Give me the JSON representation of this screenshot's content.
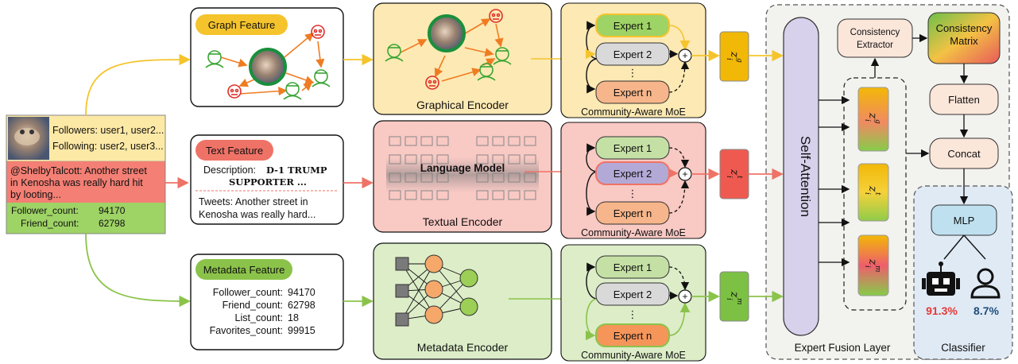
{
  "profile": {
    "followers": "Followers: user1, user2...",
    "following": "Following: user2, user3...",
    "tweet_lines": [
      "@ShelbyTalcott: Another street",
      "in Kenosha was really hard hit",
      "by looting..."
    ],
    "follower_label": "Follower_count:",
    "follower_value": "94170",
    "friend_label": "Friend_count:",
    "friend_value": "62798"
  },
  "graph_feature": {
    "title": "Graph Feature"
  },
  "text_feature": {
    "title": "Text Feature",
    "desc_label": "Description:",
    "desc_value_1": "D-1 TRUMP",
    "desc_value_2": "SUPPORTER ...",
    "tweets_1": "Tweets: Another street in",
    "tweets_2": "Kenosha was really hard..."
  },
  "metadata_feature": {
    "title": "Metadata Feature",
    "rows": [
      {
        "label": "Follower_count:",
        "value": "94170"
      },
      {
        "label": "Friend_count:",
        "value": "62798"
      },
      {
        "label": "List_count:",
        "value": "18"
      },
      {
        "label": "Favorites_count:",
        "value": "99915"
      }
    ]
  },
  "encoders": {
    "graphical": "Graphical Encoder",
    "textual": "Textual Encoder",
    "language_model": "Language Model",
    "metadata": "Metadata Encoder"
  },
  "moe": {
    "caption": "Community-Aware MoE",
    "expert_1": "Expert 1",
    "expert_2": "Expert 2",
    "expert_n": "Expert n",
    "dots": "⋮",
    "plus": "+"
  },
  "latents": {
    "graph": "z",
    "graph_sub": "i",
    "graph_sup": "g",
    "text": "z",
    "text_sub": "i",
    "text_sup": "t",
    "meta": "z",
    "meta_sub": "i",
    "meta_sup": "m"
  },
  "fusion": {
    "self_attention": "Self-Attention",
    "consistency_extractor_1": "Consistency",
    "consistency_extractor_2": "Extractor",
    "consistency_matrix_1": "Consistency",
    "consistency_matrix_2": "Matrix",
    "flatten": "Flatten",
    "concat": "Concat",
    "caption": "Expert Fusion Layer"
  },
  "classifier": {
    "mlp": "MLP",
    "bot_pct": "91.3%",
    "human_pct": "8.7%",
    "caption": "Classifier"
  },
  "colors": {
    "graph_bg": "#fde9b3",
    "text_bg": "#f9c9c4",
    "meta_bg": "#dcedc8",
    "yellow": "#f5c42c",
    "red": "#ef7266",
    "green": "#8bc34a",
    "expert_green": "#c5e0a5",
    "expert_gray": "#d9d9d9",
    "expert_orange": "#f6b58a",
    "expert_purple": "#b3a9d6",
    "fusion_bg": "#f2f2ee",
    "classifier_bg": "#dfeaf5",
    "bot_red": "#e53935",
    "human_blue": "#1f4e79"
  },
  "icons": [
    "bot-face-icon",
    "human-face-icon",
    "cat-avatar-icon",
    "robot-icon",
    "person-icon"
  ]
}
